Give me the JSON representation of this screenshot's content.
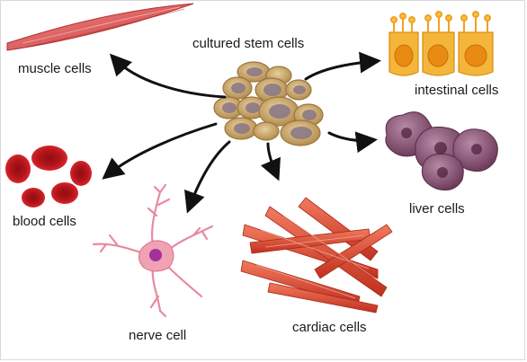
{
  "center": {
    "label": "cultured stem cells"
  },
  "targets": [
    {
      "id": "muscle",
      "label": "muscle cells"
    },
    {
      "id": "blood",
      "label": "blood cells"
    },
    {
      "id": "nerve",
      "label": "nerve cell"
    },
    {
      "id": "cardiac",
      "label": "cardiac cells"
    },
    {
      "id": "liver",
      "label": "liver cells"
    },
    {
      "id": "intestinal",
      "label": "intestinal cells"
    }
  ],
  "colors": {
    "arrow": "#111111",
    "stem_cell": "#c9a56a",
    "stem_nucleus": "#8c7a86",
    "muscle": "#d94f4f",
    "blood": "#c4161c",
    "nerve": "#e88aa0",
    "nerve_nucleus": "#a3319a",
    "cardiac": "#d9432e",
    "liver": "#8e5a78",
    "intestinal": "#f2a11f"
  }
}
